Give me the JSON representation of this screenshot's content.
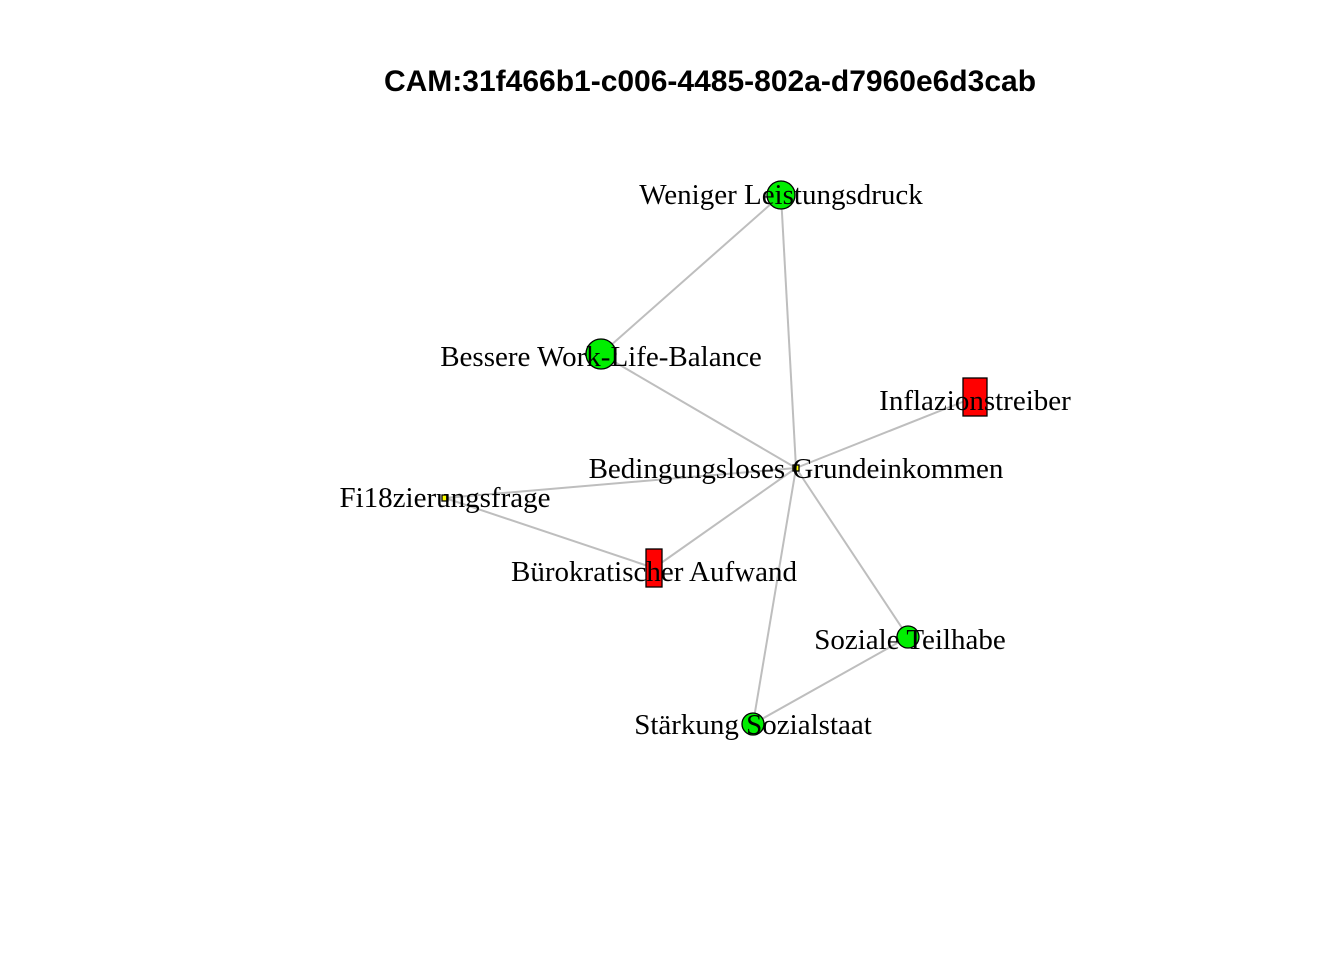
{
  "title": "CAM:31f466b1-c006-4485-802a-d7960e6d3cab",
  "colors": {
    "positive": "#00ee00",
    "negative": "#ff0000",
    "neutral": "#ffff00",
    "edge": "#bebebe"
  },
  "nodes": [
    {
      "id": "weniger",
      "label": "Weniger Leistungsdruck",
      "shape": "circle",
      "valence": "positive"
    },
    {
      "id": "bessere",
      "label": "Bessere Work-Life-Balance",
      "shape": "circle",
      "valence": "positive"
    },
    {
      "id": "inflation",
      "label": "Inflazionstreiber",
      "shape": "rectangle",
      "valence": "negative"
    },
    {
      "id": "bge",
      "label": "Bedingungsloses Grundeinkommen",
      "shape": "rectangle",
      "valence": "neutral"
    },
    {
      "id": "finanz",
      "label": "Fi18zierungsfrage",
      "shape": "rectangle",
      "valence": "neutral"
    },
    {
      "id": "buero",
      "label": "Bürokratischer Aufwand",
      "shape": "rectangle",
      "valence": "negative"
    },
    {
      "id": "teilhabe",
      "label": "Soziale Teilhabe",
      "shape": "circle",
      "valence": "positive"
    },
    {
      "id": "staerkung",
      "label": "Stärkung Sozialstaat",
      "shape": "circle",
      "valence": "positive"
    }
  ],
  "edges": [
    {
      "from": "weniger",
      "to": "bessere"
    },
    {
      "from": "weniger",
      "to": "bge"
    },
    {
      "from": "bessere",
      "to": "bge"
    },
    {
      "from": "inflation",
      "to": "bge"
    },
    {
      "from": "finanz",
      "to": "bge"
    },
    {
      "from": "finanz",
      "to": "buero"
    },
    {
      "from": "buero",
      "to": "bge"
    },
    {
      "from": "teilhabe",
      "to": "bge"
    },
    {
      "from": "staerkung",
      "to": "bge"
    },
    {
      "from": "staerkung",
      "to": "teilhabe"
    }
  ]
}
